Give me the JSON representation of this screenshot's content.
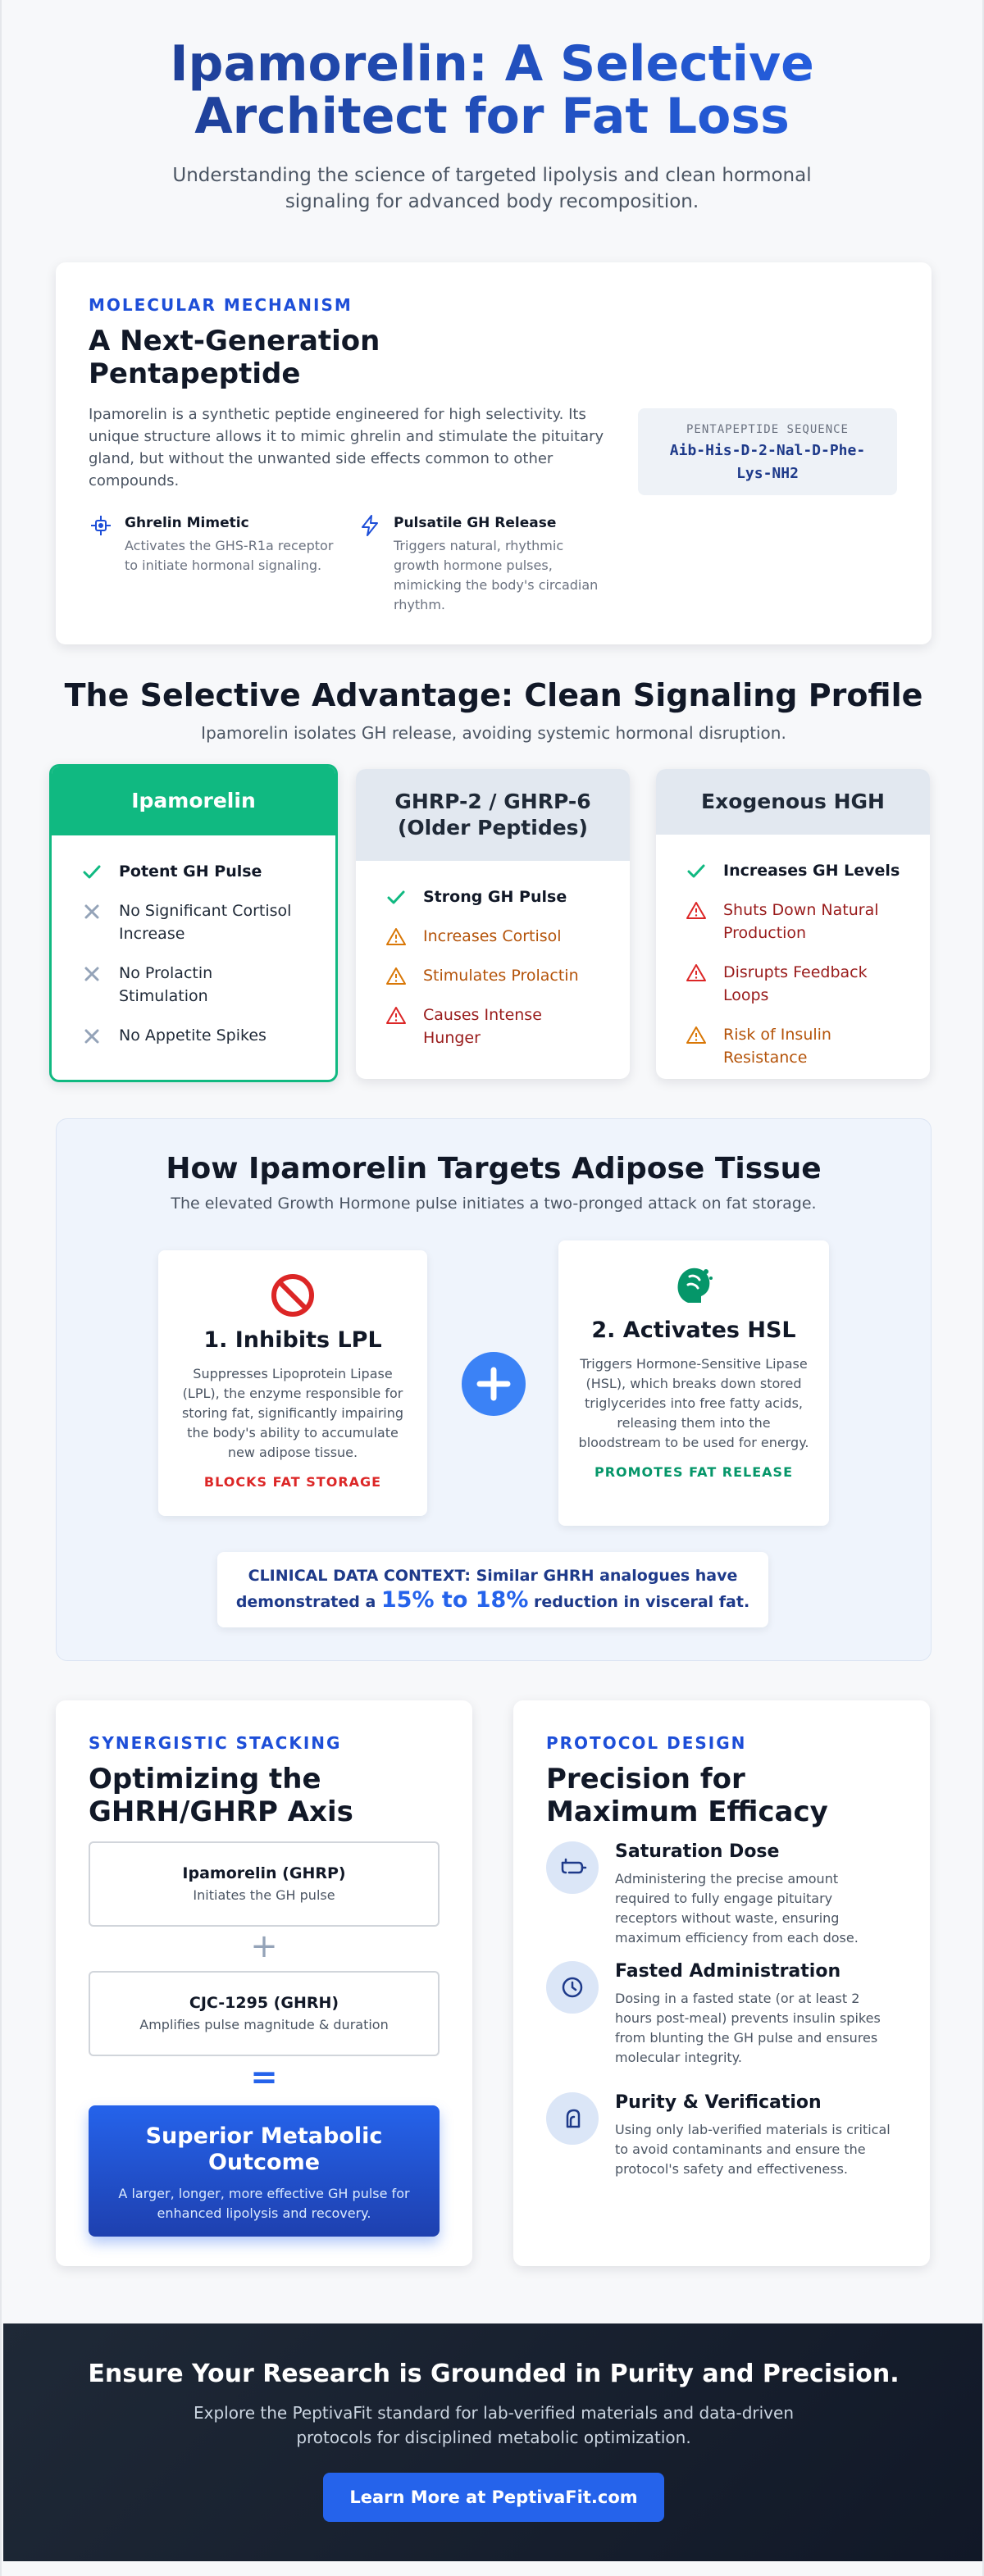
{
  "hero": {
    "title": "Ipamorelin: A Selective Architect for Fat Loss",
    "subtitle": "Understanding the science of targeted lipolysis and clean hormonal signaling for advanced body recomposition."
  },
  "mechanism": {
    "eyebrow": "MOLECULAR MECHANISM",
    "title": "A Next-Generation Pentapeptide",
    "body": "Ipamorelin is a synthetic peptide engineered for high selectivity. Its unique structure allows it to mimic ghrelin and stimulate the pituitary gland, but without the unwanted side effects common to other compounds.",
    "sequence_label": "PENTAPEPTIDE SEQUENCE",
    "sequence_value": "Aib-His-D-2-Nal-D-Phe-Lys-NH2",
    "features": [
      {
        "icon": "molecule-icon",
        "title": "Ghrelin Mimetic",
        "desc": "Activates the GHS-R1a receptor to initiate hormonal signaling."
      },
      {
        "icon": "lightning-icon",
        "title": "Pulsatile GH Release",
        "desc": "Triggers natural, rhythmic growth hormone pulses, mimicking the body's circadian rhythm."
      }
    ]
  },
  "selective": {
    "title": "The Selective Advantage: Clean Signaling Profile",
    "subtitle": "Ipamorelin isolates GH release, avoiding systemic hormonal disruption.",
    "columns": [
      {
        "name": "Ipamorelin",
        "items": [
          {
            "icon": "check-icon",
            "text": "Potent GH Pulse"
          },
          {
            "icon": "x-icon",
            "text": "No Significant Cortisol Increase"
          },
          {
            "icon": "x-icon",
            "text": "No Prolactin Stimulation"
          },
          {
            "icon": "x-icon",
            "text": "No Appetite Spikes"
          }
        ]
      },
      {
        "name": "GHRP-2 / GHRP-6 (Older Peptides)",
        "items": [
          {
            "icon": "check-icon",
            "text": "Strong GH Pulse"
          },
          {
            "icon": "warning-icon",
            "text": "Increases Cortisol"
          },
          {
            "icon": "warning-icon",
            "text": "Stimulates Prolactin"
          },
          {
            "icon": "alert-icon",
            "text": "Causes Intense Hunger"
          }
        ]
      },
      {
        "name": "Exogenous HGH",
        "items": [
          {
            "icon": "check-icon",
            "text": "Increases GH Levels"
          },
          {
            "icon": "alert-icon",
            "text": "Shuts Down Natural Production"
          },
          {
            "icon": "alert-icon",
            "text": "Disrupts Feedback Loops"
          },
          {
            "icon": "warning-icon",
            "text": "Risk of Insulin Resistance"
          }
        ]
      }
    ]
  },
  "adipose": {
    "title": "How Ipamorelin Targets Adipose Tissue",
    "subtitle": "The elevated Growth Hormone pulse initiates a two-pronged attack on fat storage.",
    "mechanisms": [
      {
        "icon": "prohibited-icon",
        "title": "1. Inhibits LPL",
        "desc": "Suppresses Lipoprotein Lipase (LPL), the enzyme responsible for storing fat, significantly impairing the body's ability to accumulate new adipose tissue.",
        "tag": "BLOCKS FAT STORAGE",
        "color": "#dc2626"
      },
      {
        "icon": "fat-release-icon",
        "title": "2. Activates HSL",
        "desc": "Triggers Hormone-Sensitive Lipase (HSL), which breaks down stored triglycerides into free fatty acids, releasing them into the bloodstream to be used for energy.",
        "tag": "PROMOTES FAT RELEASE",
        "color": "#059669"
      }
    ],
    "clinical_prefix": "CLINICAL DATA CONTEXT: Similar GHRH analogues have demonstrated a",
    "clinical_highlight": "15% to 18%",
    "clinical_suffix": "reduction in visceral fat."
  },
  "stacking": {
    "eyebrow": "SYNERGISTIC STACKING",
    "title": "Optimizing the GHRH/GHRP Axis",
    "box1_title": "Ipamorelin (GHRP)",
    "box1_desc": "Initiates the GH pulse",
    "plus": "+",
    "box2_title": "CJC-1295 (GHRH)",
    "box2_desc": "Amplifies pulse magnitude & duration",
    "equals": "=",
    "outcome_title": "Superior Metabolic Outcome",
    "outcome_desc": "A larger, longer, more effective GH pulse for enhanced lipolysis and recovery."
  },
  "protocol": {
    "eyebrow": "PROTOCOL DESIGN",
    "title": "Precision for Maximum Efficacy",
    "items": [
      {
        "icon": "syringe-icon",
        "title": "Saturation Dose",
        "desc": "Administering the precise amount required to fully engage pituitary receptors without waste, ensuring maximum efficiency from each dose."
      },
      {
        "icon": "clock-icon",
        "title": "Fasted Administration",
        "desc": "Dosing in a fasted state (or at least 2 hours post-meal) prevents insulin spikes from blunting the GH pulse and ensures molecular integrity."
      },
      {
        "icon": "flask-icon",
        "title": "Purity & Verification",
        "desc": "Using only lab-verified materials is critical to avoid contaminants and ensure the protocol's safety and effectiveness."
      }
    ]
  },
  "footer": {
    "title": "Ensure Your Research is Grounded in Purity and Precision.",
    "subtitle": "Explore the PeptivaFit standard for lab-verified materials and data-driven protocols for disciplined metabolic optimization.",
    "button": "Learn More at PeptivaFit.com"
  },
  "colors": {
    "brand_blue": "#1d4ed8",
    "accent_green": "#10b981",
    "warning_amber": "#d97706",
    "danger_red": "#b91c1c"
  }
}
